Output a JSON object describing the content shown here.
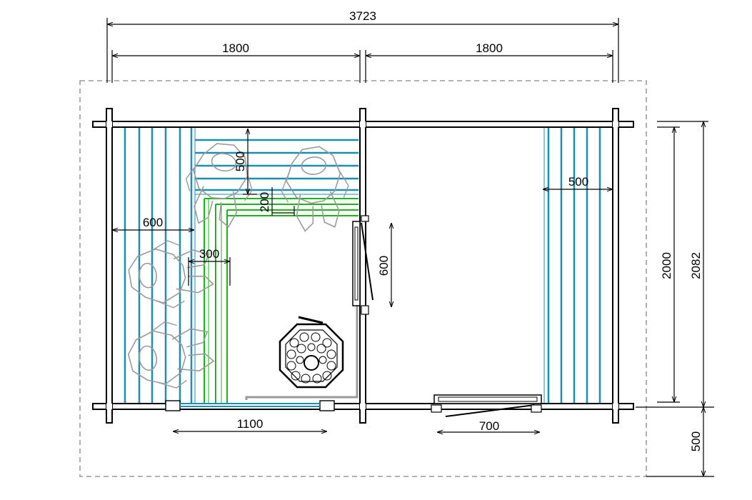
{
  "dimensions": {
    "total_width": "3723",
    "left_room_width": "1800",
    "right_room_width": "1800",
    "inner_height": "2000",
    "outer_height": "2082",
    "terrace_depth": "500",
    "upper_bench_depth": "500",
    "bench_step": "200",
    "left_bench_depth": "600",
    "lower_bench_depth": "300",
    "door_width": "600",
    "window_width": "1100",
    "entrance_door_width": "700",
    "right_bench_depth": "500"
  },
  "colors": {
    "wall": "#000000",
    "bench_board": "#1a8fb3",
    "lower_bench": "#19b319",
    "figure": "#9a9a9a",
    "outline_dashed": "#9a9a9a",
    "dimension": "#000000"
  },
  "icons": {
    "stove": "sauna-stove-icon",
    "people": "person-figure-icon"
  }
}
